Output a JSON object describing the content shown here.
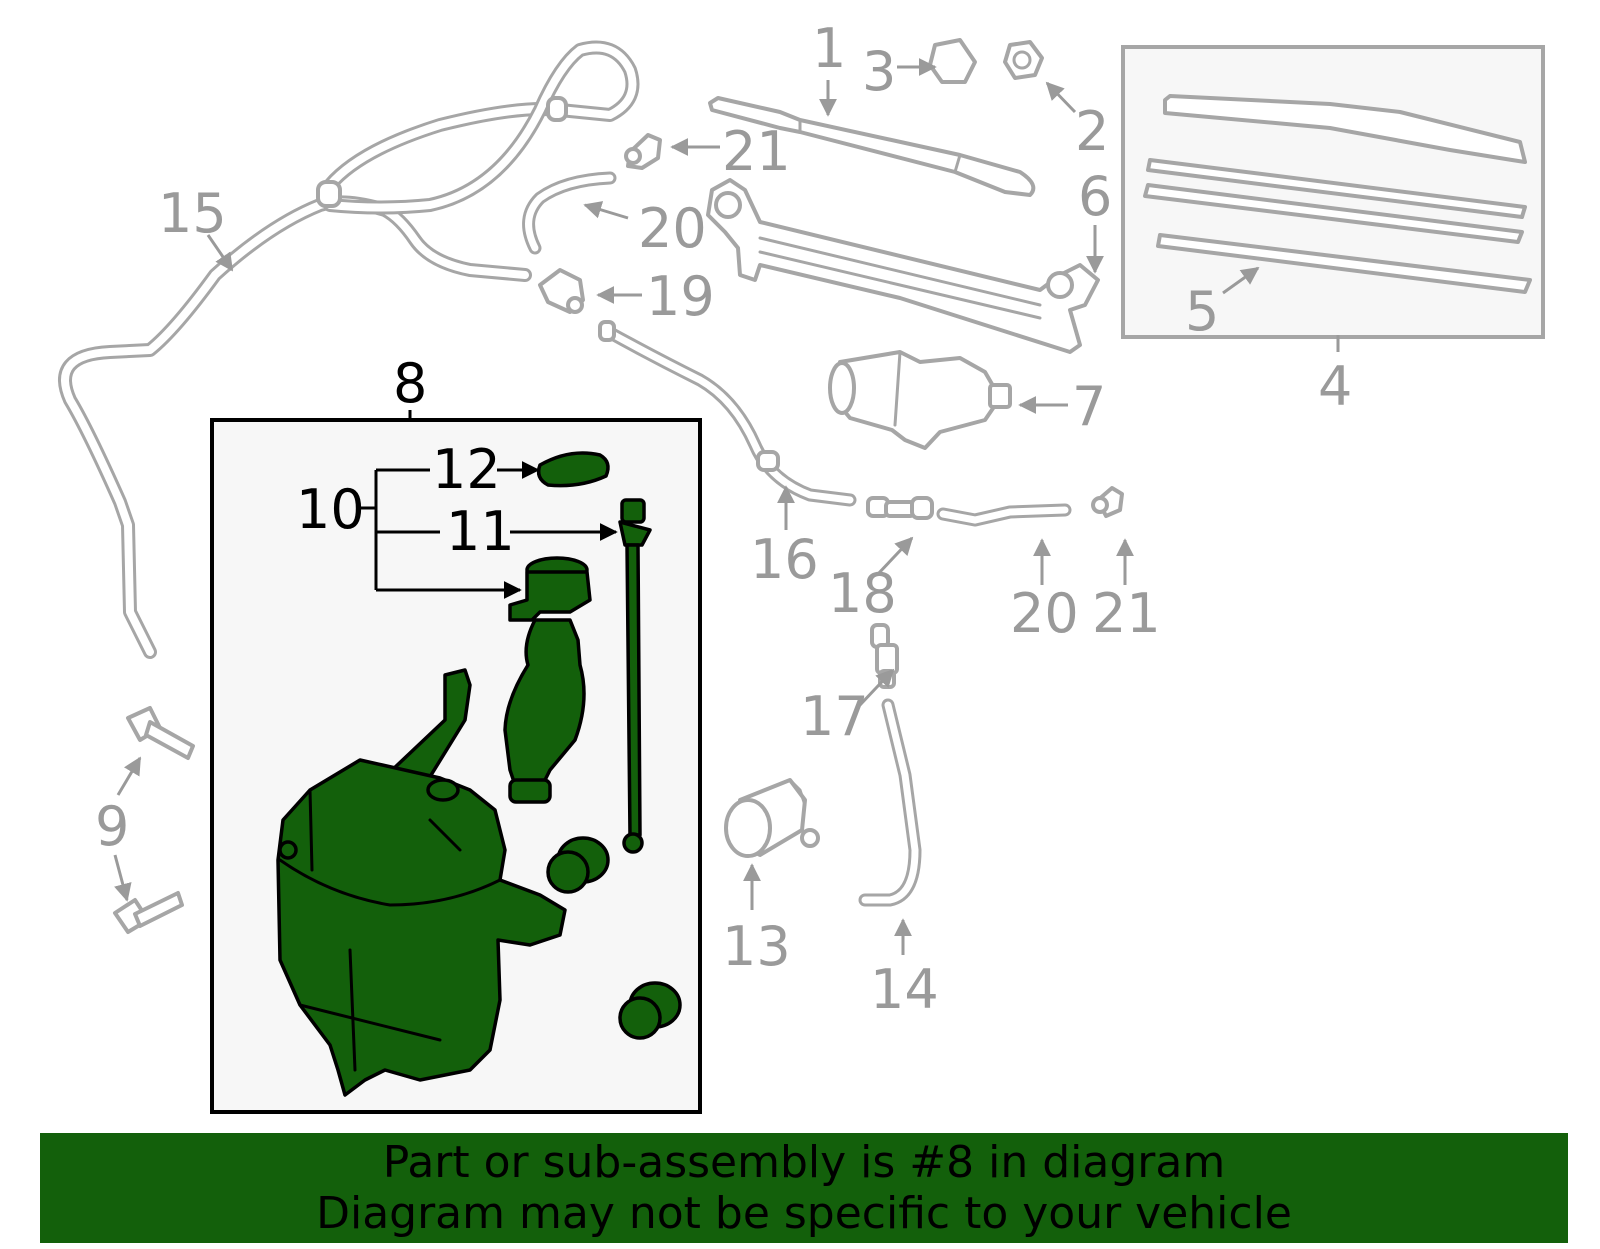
{
  "colors": {
    "highlight": "#13600b",
    "outline_gray": "#a6a6a6",
    "label_gray": "#9a9a9a",
    "inset_bg": "#f7f7f7"
  },
  "callouts": {
    "c1": "1",
    "c2": "2",
    "c3": "3",
    "c4": "4",
    "c5": "5",
    "c6": "6",
    "c7": "7",
    "c8": "8",
    "c9": "9",
    "c10": "10",
    "c11": "11",
    "c12": "12",
    "c13": "13",
    "c14": "14",
    "c15": "15",
    "c16": "16",
    "c17": "17",
    "c18": "18",
    "c19": "19",
    "c20a": "20",
    "c20b": "20",
    "c21a": "21",
    "c21b": "21"
  },
  "banner": {
    "line1": "Part or sub-assembly is #8 in diagram",
    "line2": "Diagram may not be specific to your vehicle"
  }
}
